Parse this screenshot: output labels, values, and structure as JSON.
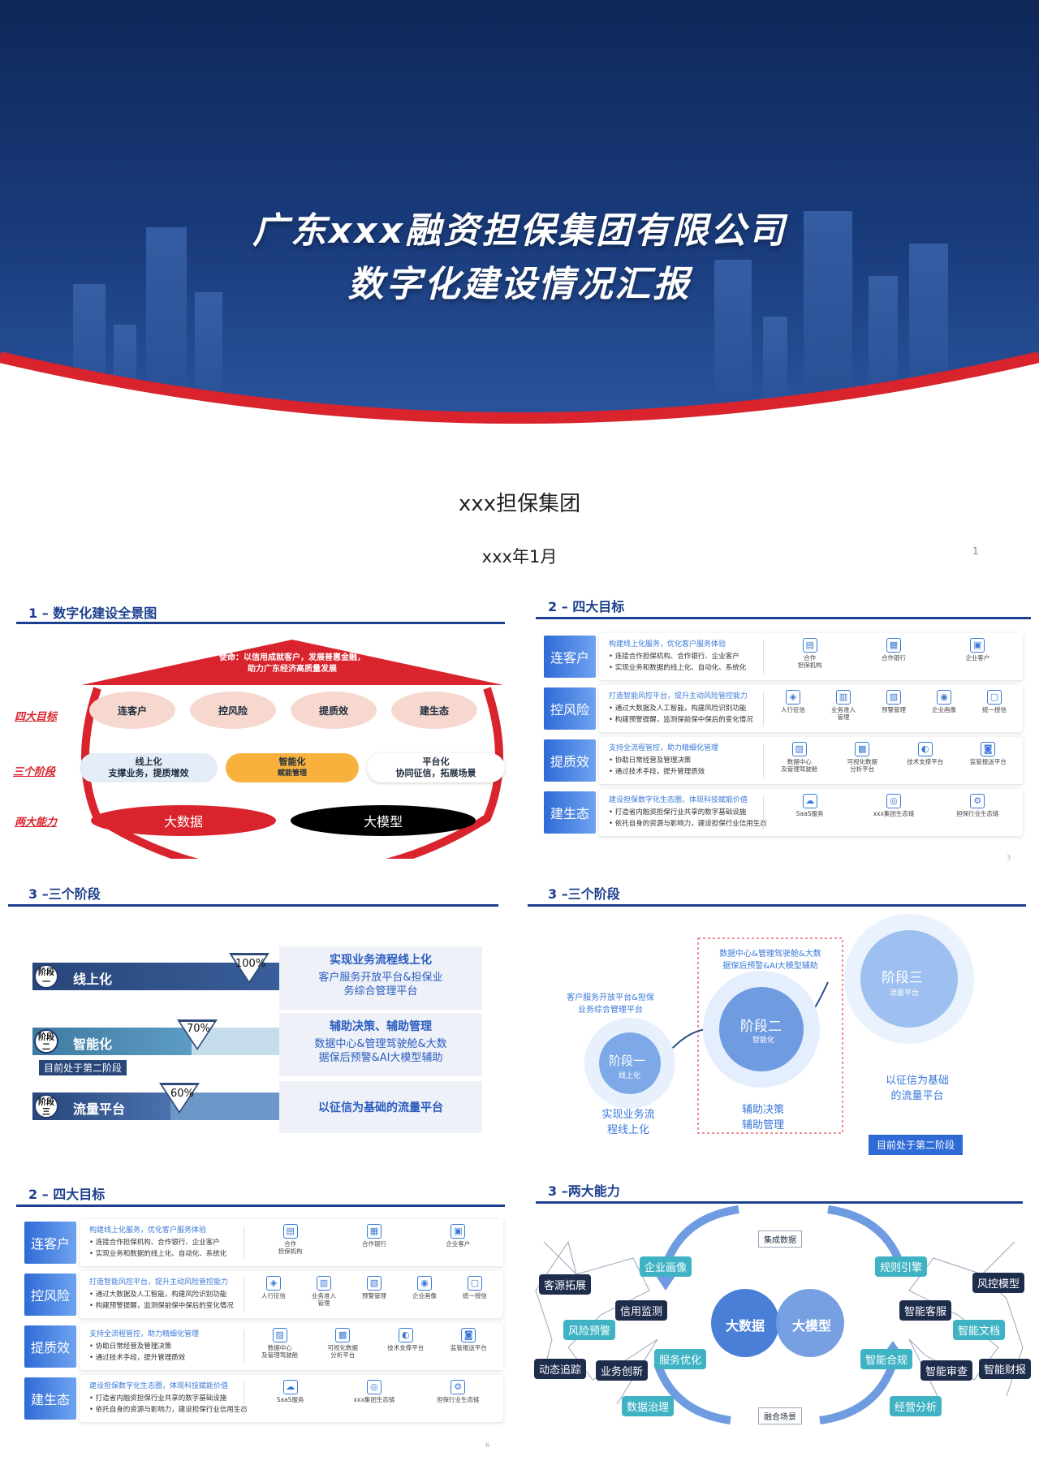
{
  "cover": {
    "title_line1": "广东xxx融资担保集团有限公司",
    "title_line2": "数字化建设情况汇报",
    "org": "xxx担保集团",
    "date": "xxx年1月",
    "page": "1"
  },
  "slide1": {
    "title": "1 – 数字化建设全景图",
    "mission_line1": "使命：以信用成就客户，发展普惠金融，",
    "mission_line2": "助力广东经济高质量发展",
    "row_labels": [
      "四大目标",
      "三个阶段",
      "两大能力"
    ],
    "goals": [
      "连客户",
      "控风险",
      "提质效",
      "建生态"
    ],
    "stages": [
      {
        "line1": "线上化",
        "line2": "支撑业务，提质增效"
      },
      {
        "line1": "智能化",
        "line2": "赋能管理"
      },
      {
        "line1": "平台化",
        "line2": "协同征信，拓展场景"
      }
    ],
    "capabilities": [
      "大数据",
      "大模型"
    ]
  },
  "goals_panel": {
    "title": "2 – 四大目标",
    "page": "3",
    "rows": [
      {
        "tag": "连客户",
        "head": "构建线上化服务，优化客户服务体验",
        "b1": "• 连接合作担保机构、合作银行、企业客户",
        "b2": "• 实现业务和数据的线上化、自动化、系统化",
        "icons": [
          {
            "label": "合作\n担保机构",
            "glyph": "▤"
          },
          {
            "label": "合作银行",
            "glyph": "▦"
          },
          {
            "label": "企业客户",
            "glyph": "▣"
          }
        ]
      },
      {
        "tag": "控风险",
        "head": "打造智能风控平台，提升主动风险管控能力",
        "b1": "• 通过大数据及人工智能，构建风险识别功能",
        "b2": "• 构建预警提醒，监测保前保中保后的变化情况",
        "icons": [
          {
            "label": "人行征信",
            "glyph": "◈"
          },
          {
            "label": "业务准入\n管理",
            "glyph": "▥"
          },
          {
            "label": "预警管理",
            "glyph": "▧"
          },
          {
            "label": "企业画像",
            "glyph": "◉"
          },
          {
            "label": "统一授信",
            "glyph": "▢"
          }
        ]
      },
      {
        "tag": "提质效",
        "head": "支持全流程管控，助力精细化管理",
        "b1": "• 协助日常经营及管理决策",
        "b2": "• 通过技术手段，提升管理质效",
        "icons": [
          {
            "label": "数据中心\n及管理驾驶舱",
            "glyph": "▨"
          },
          {
            "label": "可视化数据\n分析平台",
            "glyph": "▩"
          },
          {
            "label": "技术支撑平台",
            "glyph": "◐"
          },
          {
            "label": "监管报送平台",
            "glyph": "◙"
          }
        ]
      },
      {
        "tag": "建生态",
        "head": "建设担保数字化生态圈，体现科技赋能价值",
        "b1": "• 打造省内融资担保行业共享的数字基础设施",
        "b2": "• 依托自身的资源与影响力，建设担保行业信用生态",
        "icons": [
          {
            "label": "SaaS服务",
            "glyph": "☁"
          },
          {
            "label": "xxx集团生态链",
            "glyph": "◎"
          },
          {
            "label": "担保行业生态链",
            "glyph": "⚙"
          }
        ]
      }
    ]
  },
  "goals_panel2_title": "2 – 四大目标",
  "goals_panel2_page": "6",
  "stages_slide": {
    "title": "3 –三个阶段",
    "bars": [
      {
        "badge": "阶段\n一",
        "label": "线上化",
        "pct": "100%",
        "panel_title": "实现业务流程线上化",
        "panel_body": "客户服务开放平台&担保业\n务综合管理平台"
      },
      {
        "badge": "阶段\n二",
        "label": "智能化",
        "pct": "70%",
        "panel_title": "辅助决策、辅助管理",
        "panel_body": "数据中心&管理驾驶舱&大数\n据保后预警&AI大模型辅助"
      },
      {
        "badge": "阶段\n三",
        "label": "流量平台",
        "pct": "60%",
        "panel_title": "以征信为基础的流量平台",
        "panel_body": ""
      }
    ],
    "current_note": "目前处于第二阶段"
  },
  "stages_circle_slide": {
    "title": "3 –三个阶段",
    "circles": [
      {
        "name": "阶段一",
        "sub": "线上化"
      },
      {
        "name": "阶段二",
        "sub": "智能化"
      },
      {
        "name": "阶段三",
        "sub": "流量平台"
      }
    ],
    "top_left_note": "客户服务开放平台&担保\n业务综合管理平台",
    "top_mid_note": "数据中心&管理驾驶舱&大数\n据保后预警&AI大模型辅助",
    "bottom_left_note": "实现业务流\n程线上化",
    "bottom_mid_note": "辅助决策\n辅助管理",
    "right_note": "以征信为基础\n的流量平台",
    "current_note": "目前处于第二阶段"
  },
  "capabilities_slide": {
    "title": "3 –两大能力",
    "center_left": "大数据",
    "center_right": "大模型",
    "top_label": "集成数据",
    "bottom_label": "融合场景",
    "left_nodes": [
      "企业画像",
      "客源拓展",
      "信用监测",
      "风险预警",
      "服务优化",
      "动态追踪",
      "业务创新",
      "数据治理"
    ],
    "right_nodes": [
      "规则引擎",
      "风控模型",
      "智能客服",
      "智能文档",
      "智能合规",
      "智能审查",
      "智能财报",
      "经营分析"
    ]
  },
  "colors": {
    "brand_blue": "#1d3f8f",
    "accent_red": "#d9232d",
    "light_blue": "#3a78d8"
  }
}
